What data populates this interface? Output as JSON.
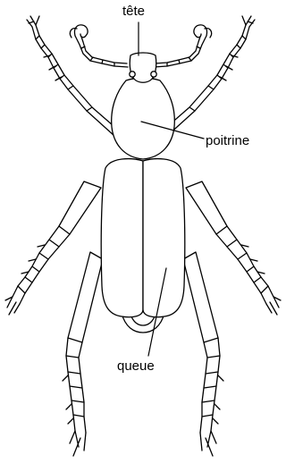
{
  "diagram": {
    "labels": {
      "head": "tête",
      "thorax": "poitrine",
      "abdomen": "queue"
    },
    "colors": {
      "ink": "#000000",
      "fill": "#ffffff"
    }
  }
}
